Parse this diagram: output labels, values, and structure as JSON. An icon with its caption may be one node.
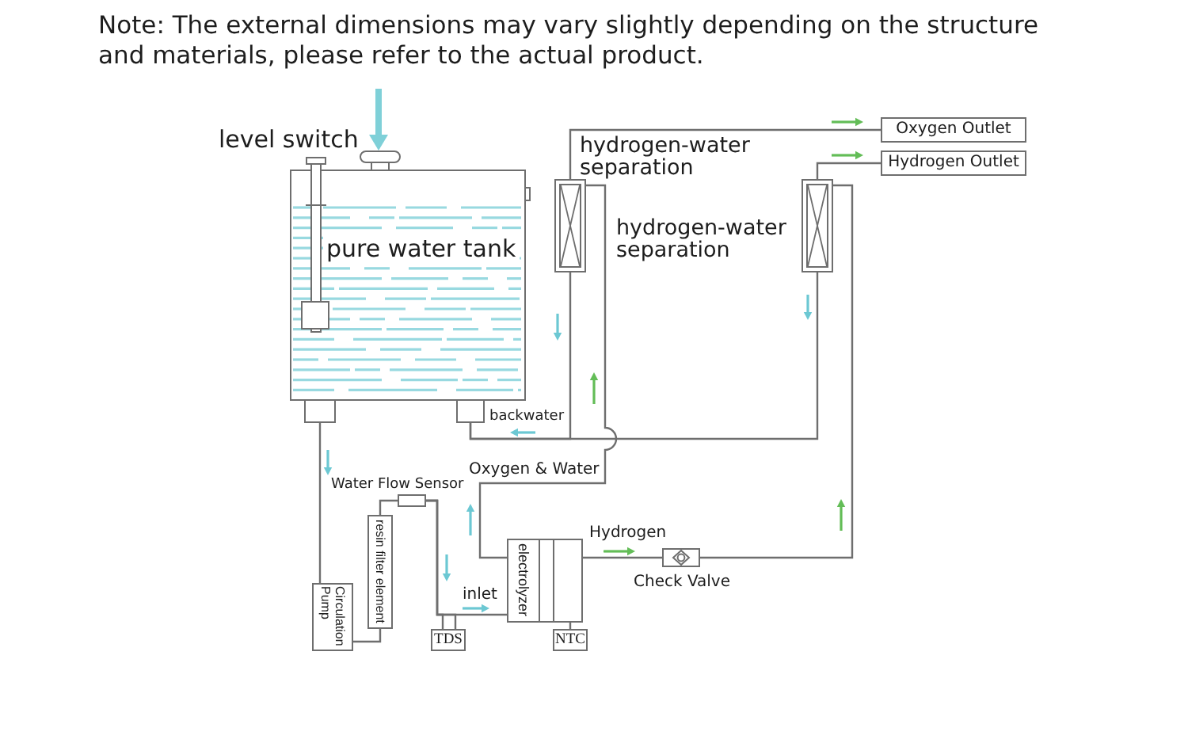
{
  "diagram": {
    "nodes": [
      {
        "text": [
          "pure water tank"
        ]
      },
      {
        "text": [
          "hydrogen-water separation"
        ]
      },
      {
        "text": [
          "Oxygen Outlet"
        ]
      },
      {
        "text": [
          "Hydrogen Outlet"
        ]
      },
      {
        "text": [
          "hydrogen-water separation"
        ]
      },
      {
        "text": [
          "Water Flow Sensor"
        ]
      },
      {
        "text": [
          "resin filter element"
        ]
      },
      {
        "text": [
          "Circulation Pump"
        ]
      },
      {
        "text": [
          "electrolyzer"
        ]
      },
      {
        "text": [
          "Check Valve"
        ]
      },
      {
        "text": [
          "TDS"
        ]
      },
      {
        "text": [
          "NTC"
        ]
      }
    ],
    "edges": [
      {
        "from": null,
        "to": 0,
        "arrow": "to",
        "style": "thick",
        "color": "#7fd0d8"
      },
      {
        "from": 0,
        "to": 7,
        "arrow": "none"
      },
      {
        "from": 7,
        "to": 6,
        "arrow": "none"
      },
      {
        "from": 6,
        "to": 5,
        "arrow": "none"
      },
      {
        "from": 5,
        "to": 8,
        "arrow": "none",
        "label": "inlet"
      },
      {
        "from": 8,
        "to": 1,
        "arrow": "none",
        "label": "Oxygen & Water"
      },
      {
        "from": 1,
        "to": 0,
        "arrow": "none",
        "label": "backwater"
      },
      {
        "from": 4,
        "to": 0,
        "arrow": "none"
      },
      {
        "from": 1,
        "to": 2,
        "arrow": "none"
      },
      {
        "from": 4,
        "to": 3,
        "arrow": "none"
      },
      {
        "from": 8,
        "to": 9,
        "arrow": "none",
        "label": "Hydrogen"
      },
      {
        "from": 9,
        "to": 4,
        "arrow": "none"
      },
      {
        "from": 11,
        "to": 8,
        "arrow": "none"
      },
      {
        "from": 5,
        "to": 10,
        "arrow": "none"
      },
      {
        "from": 5,
        "to": 10,
        "arrow": "none"
      }
    ],
    "labels": [
      "Note: The external dimensions may vary slightly depending on the structure and materials, please refer to the actual product.",
      "level switch"
    ]
  }
}
